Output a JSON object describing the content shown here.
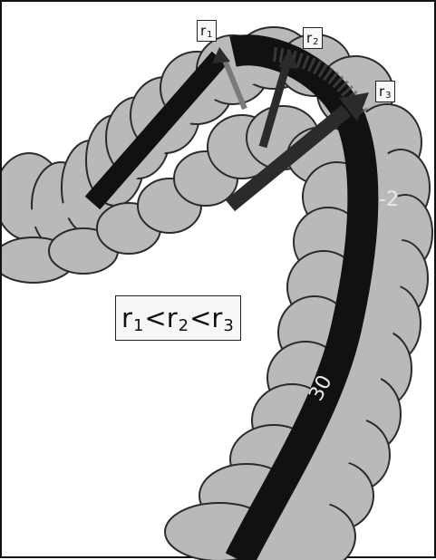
{
  "labels": {
    "r1": {
      "base": "r",
      "sub": "1"
    },
    "r2": {
      "base": "r",
      "sub": "2"
    },
    "r3": {
      "base": "r",
      "sub": "3"
    }
  },
  "relation": {
    "r1": "r",
    "s1": "1",
    "lt1": "<",
    "r2": "r",
    "s2": "2",
    "lt2": "<",
    "r3": "r",
    "s3": "3"
  },
  "scale_marks": {
    "upper": "-2",
    "lower": "30"
  },
  "colors": {
    "colon_fill": "#b9b9b9",
    "colon_edge": "#2a2a2a",
    "scope": "#111111",
    "arrow": "#2b2b2b",
    "background": "#ffffff"
  }
}
